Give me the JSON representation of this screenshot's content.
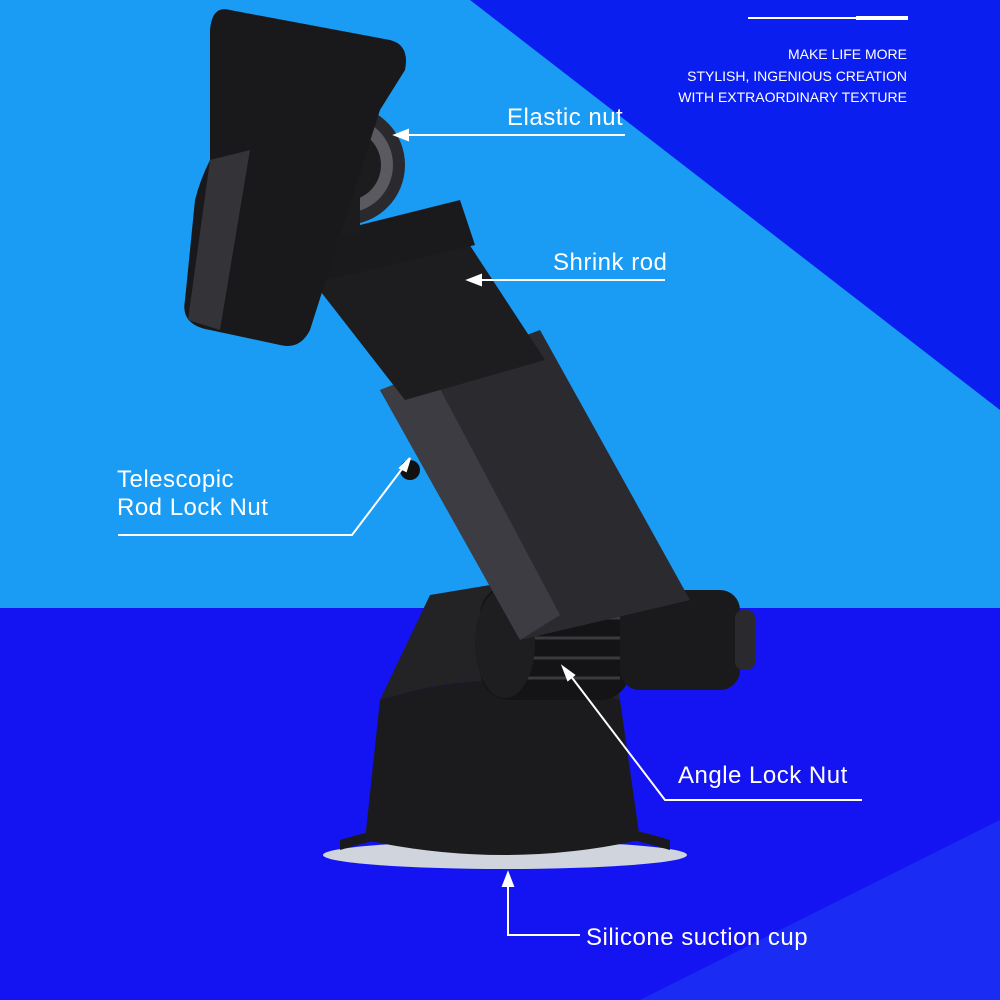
{
  "tagline": [
    "MAKE LIFE MORE",
    "STYLISH, INGENIOUS CREATION",
    "WITH EXTRAORDINARY TEXTURE"
  ],
  "labels": {
    "elastic_nut": "Elastic nut",
    "shrink_rod": "Shrink rod",
    "telescopic_line1": "Telescopic",
    "telescopic_line2": "Rod Lock Nut",
    "angle_lock_nut": "Angle Lock Nut",
    "suction_cup": "Silicone suction cup"
  },
  "colors": {
    "light_blue": "#1a9cf5",
    "dark_blue": "#0a1ef0",
    "bottom_blue": "#1414f2"
  }
}
